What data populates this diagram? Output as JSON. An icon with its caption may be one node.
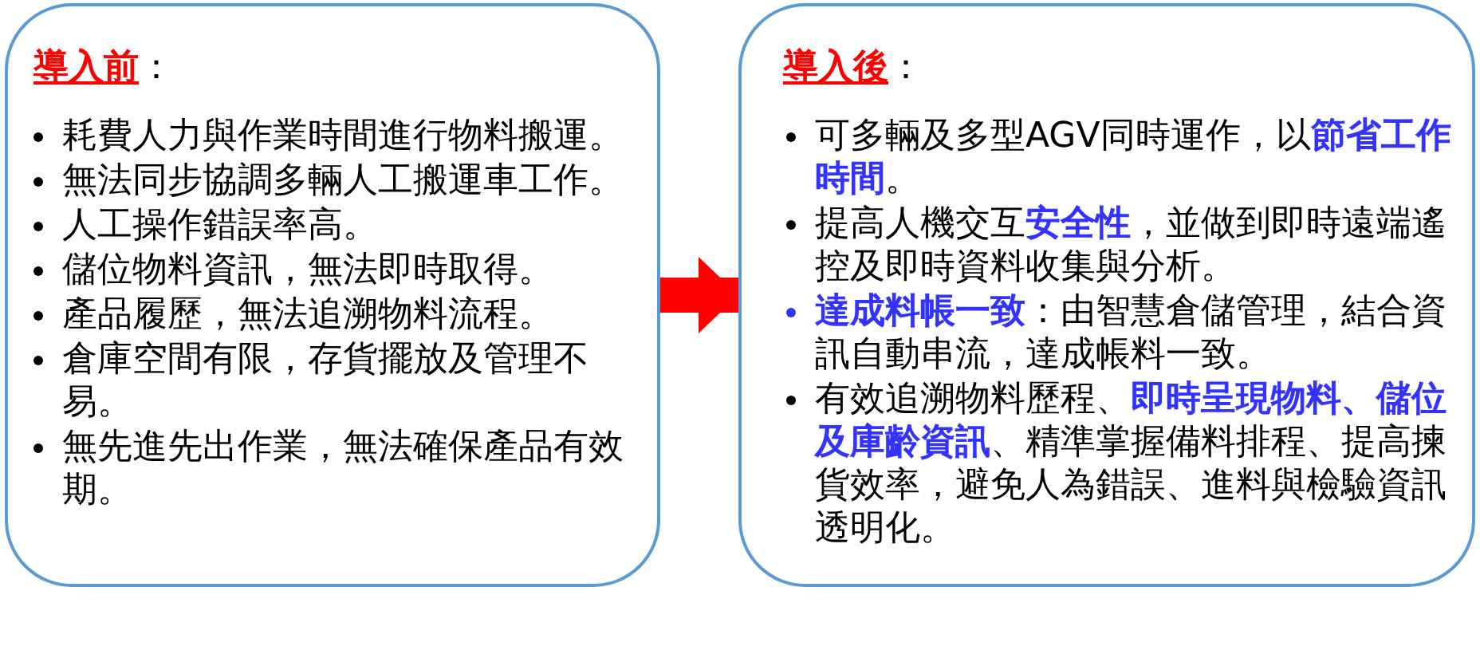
{
  "diagram": {
    "nodes": [
      {
        "text": [
          "**導入前**：",
          "耗費人力與作業時間進行物料搬運。",
          "無法同步協調多輛人工搬運車工作。",
          "人工操作錯誤率高。",
          "儲位物料資訊，無法即時取得。",
          "產品履歷，無法追溯物料流程。",
          "倉庫空間有限，存貨擺放及管理不易。",
          "無先進先出作業，無法確保產品有效期。"
        ]
      },
      {
        "text": [
          "**導入後**：",
          "可多輛及多型AGV同時運作，以**節省工作時間**。",
          "提高人機交互**安全性**，並做到即時遠端遙控及即時資料收集與分析。",
          "**達成料帳一致**：由智慧倉儲管理，結合資訊自動串流，達成帳料一致。",
          "有效追溯物料歷程、**即時呈現物料、儲位及庫齡資訊**、精準掌握備料排程、提高揀貨效率，避免人為錯誤、進料與檢驗資訊透明化。"
        ]
      }
    ],
    "edges": [
      {
        "from": 0,
        "to": 1,
        "arrow": "to",
        "color": "#ff0000"
      }
    ]
  }
}
